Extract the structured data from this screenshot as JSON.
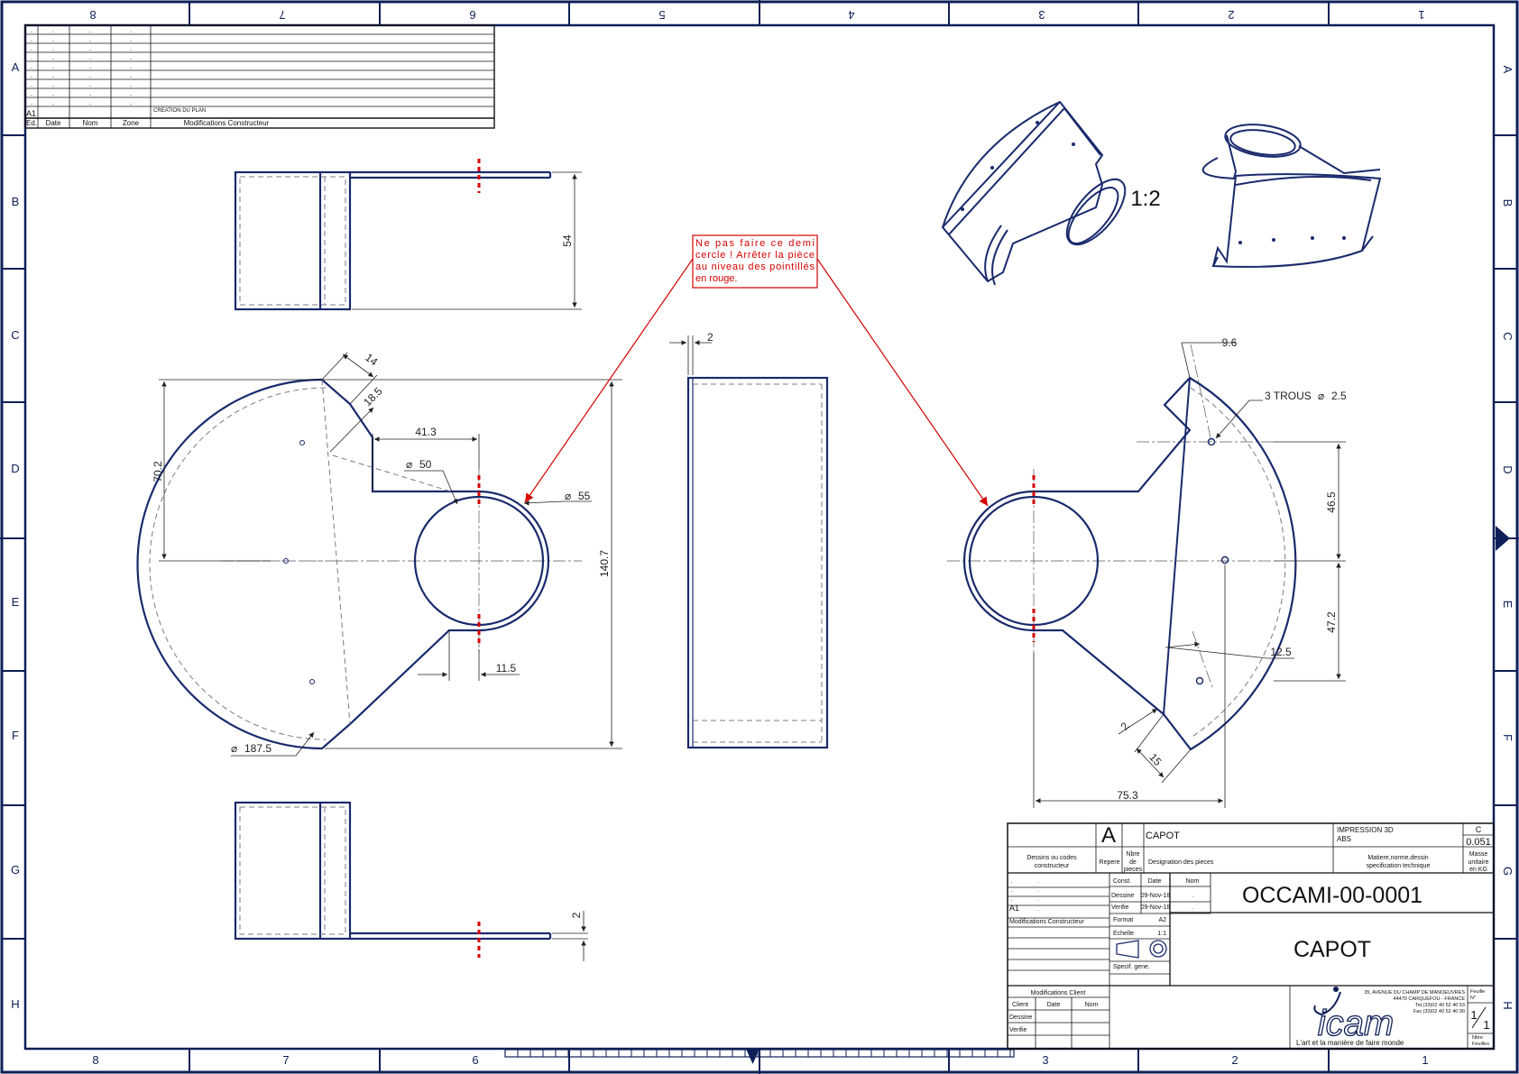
{
  "frame": {
    "columns": [
      "8",
      "7",
      "6",
      "5",
      "4",
      "3",
      "2",
      "1"
    ],
    "rows": [
      "A",
      "B",
      "C",
      "D",
      "E",
      "F",
      "G",
      "H"
    ],
    "colors": {
      "frame": "#0e1f57",
      "part": "#1a2a6c",
      "hidden": "#7a7a8a",
      "note": "#d50000",
      "dim": "#222222"
    }
  },
  "revision_block": {
    "headers": [
      "Ed.",
      "Date",
      "Nom",
      "Zone",
      "Modifications Constructeur"
    ],
    "rows": [
      [
        ".",
        ".",
        ".",
        ".",
        ""
      ],
      [
        ".",
        ".",
        ".",
        ".",
        ""
      ],
      [
        ".",
        ".",
        ".",
        ".",
        ""
      ],
      [
        ".",
        ".",
        ".",
        ".",
        ""
      ],
      [
        ".",
        ".",
        ".",
        ".",
        ""
      ],
      [
        ".",
        ".",
        ".",
        ".",
        ""
      ],
      [
        ".",
        ".",
        ".",
        ".",
        ""
      ],
      [
        ".",
        ".",
        ".",
        ".",
        ""
      ],
      [
        ".",
        ".",
        ".",
        ".",
        ""
      ],
      [
        "A1",
        "",
        "",
        "",
        "CREATION DU PLAN"
      ]
    ]
  },
  "note": {
    "lines": [
      "Ne pas faire ce demi",
      "cercle ! Arrêter la pièce",
      "au niveau des pointillés",
      "en rouge."
    ]
  },
  "iso_scale": "1:2",
  "dimensions": {
    "top_view_height": "54",
    "front_thick_a": "14",
    "front_thick_b": "18.5",
    "front_offset": "41.3",
    "front_inner_dia": "50",
    "front_outer_dia": "55",
    "front_half_height": "70.2",
    "front_total_height": "140.7",
    "front_small_offset": "11.5",
    "front_radius_dia": "187.5",
    "side_thickness": "2",
    "bottom_thickness": "2",
    "right_top": "9.6",
    "right_holes": "3 TROUS",
    "right_holes_dia": "2.5",
    "right_up": "46.5",
    "right_down": "47.2",
    "right_small": "12.5",
    "right_thick": "2",
    "right_fifteen": "15",
    "right_width": "75.3"
  },
  "title_block": {
    "item_letter": "A",
    "item_name": "CAPOT",
    "material_line1": "IMPRESSION 3D",
    "material_line2": "ABS",
    "mass_class": "C",
    "mass_value": "0.051",
    "hdr_codes_1": "Dessins ou codes",
    "hdr_codes_2": "constructeur",
    "hdr_repere": "Repere",
    "hdr_qty_1": "Nbre",
    "hdr_qty_2": "de",
    "hdr_qty_3": "pieces",
    "hdr_desig": "Designation des pieces",
    "hdr_mat_1": "Matiere,norme,dessin",
    "hdr_mat_2": "specification technique",
    "hdr_mass_1": "Masse",
    "hdr_mass_2": "unitaire",
    "hdr_mass_3": "en KG",
    "mini_rev": [
      [
        ".",
        "."
      ],
      [
        ".",
        "."
      ],
      [
        ".",
        "."
      ],
      [
        "A1",
        "."
      ]
    ],
    "mini_rev_label": "Modifications Constructeur",
    "sig_headers": [
      "Const.",
      "Date",
      "Nom"
    ],
    "sig_rows": [
      [
        "Dessine",
        "09-Nov-18",
        "."
      ],
      [
        "Verifie",
        "09-Nov-18",
        "."
      ]
    ],
    "format_label": "Format",
    "format_value": "A2",
    "scale_label": "Echelle",
    "scale_value": "1:1",
    "specif": "Specif. gene.",
    "drawing_number": "OCCAMI-00-0001",
    "title": "CAPOT",
    "client_header": "Modifications Client",
    "client_cols": [
      "Client",
      "Date",
      "Nom"
    ],
    "client_rows": [
      "Dessine",
      "Verifie"
    ],
    "address_1": "35, AVENUE DU CHAMP DE MANOEUVRES",
    "address_2": "44470 CARQUEFOU - FRANCE",
    "address_3": "Tel.(33)02 40 52 40 53",
    "address_4": "Fax (33)02 40 52 40 99",
    "logo": "icam",
    "slogan": "L'art et la manière de faire monde",
    "sheet_label_1": "Feuille",
    "sheet_label_2": "N°",
    "sheet_num": "1",
    "sheet_total": "1",
    "sheets_label_1": "Nbre",
    "sheets_label_2": "Feuilles"
  }
}
